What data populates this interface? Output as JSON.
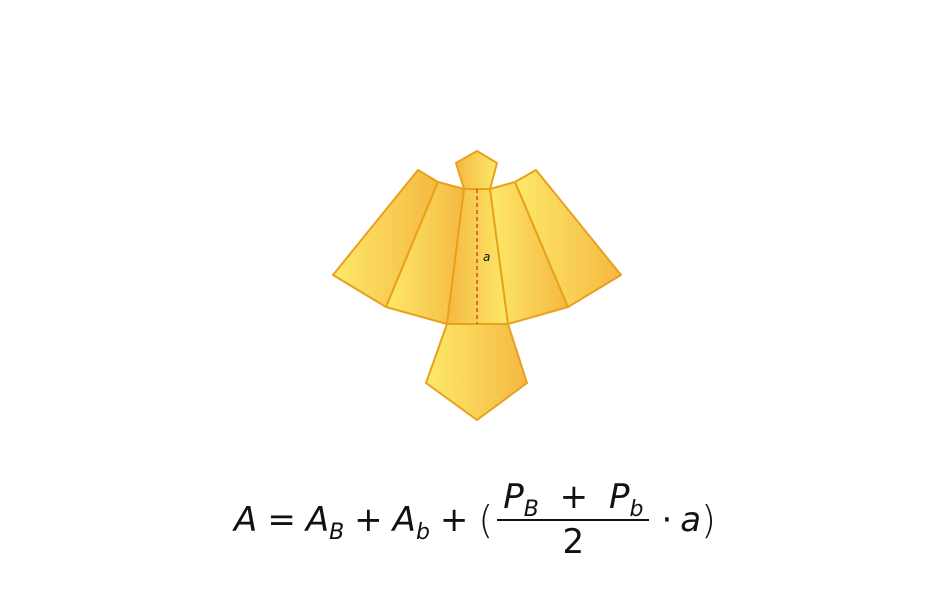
{
  "diagram": {
    "height_label": "a",
    "colors": {
      "fill_light": "#fde96a",
      "fill_dark": "#f5b842",
      "stroke": "#e8a11a",
      "height_line": "#d9342b"
    }
  },
  "formula": {
    "lhs": "A",
    "equals": "=",
    "A": "A",
    "sub_B": "B",
    "sub_b": "b",
    "plus": "+",
    "open_paren": "(",
    "P": "P",
    "denominator": "2",
    "dot": "·",
    "a": "a",
    "close_paren": ")"
  }
}
